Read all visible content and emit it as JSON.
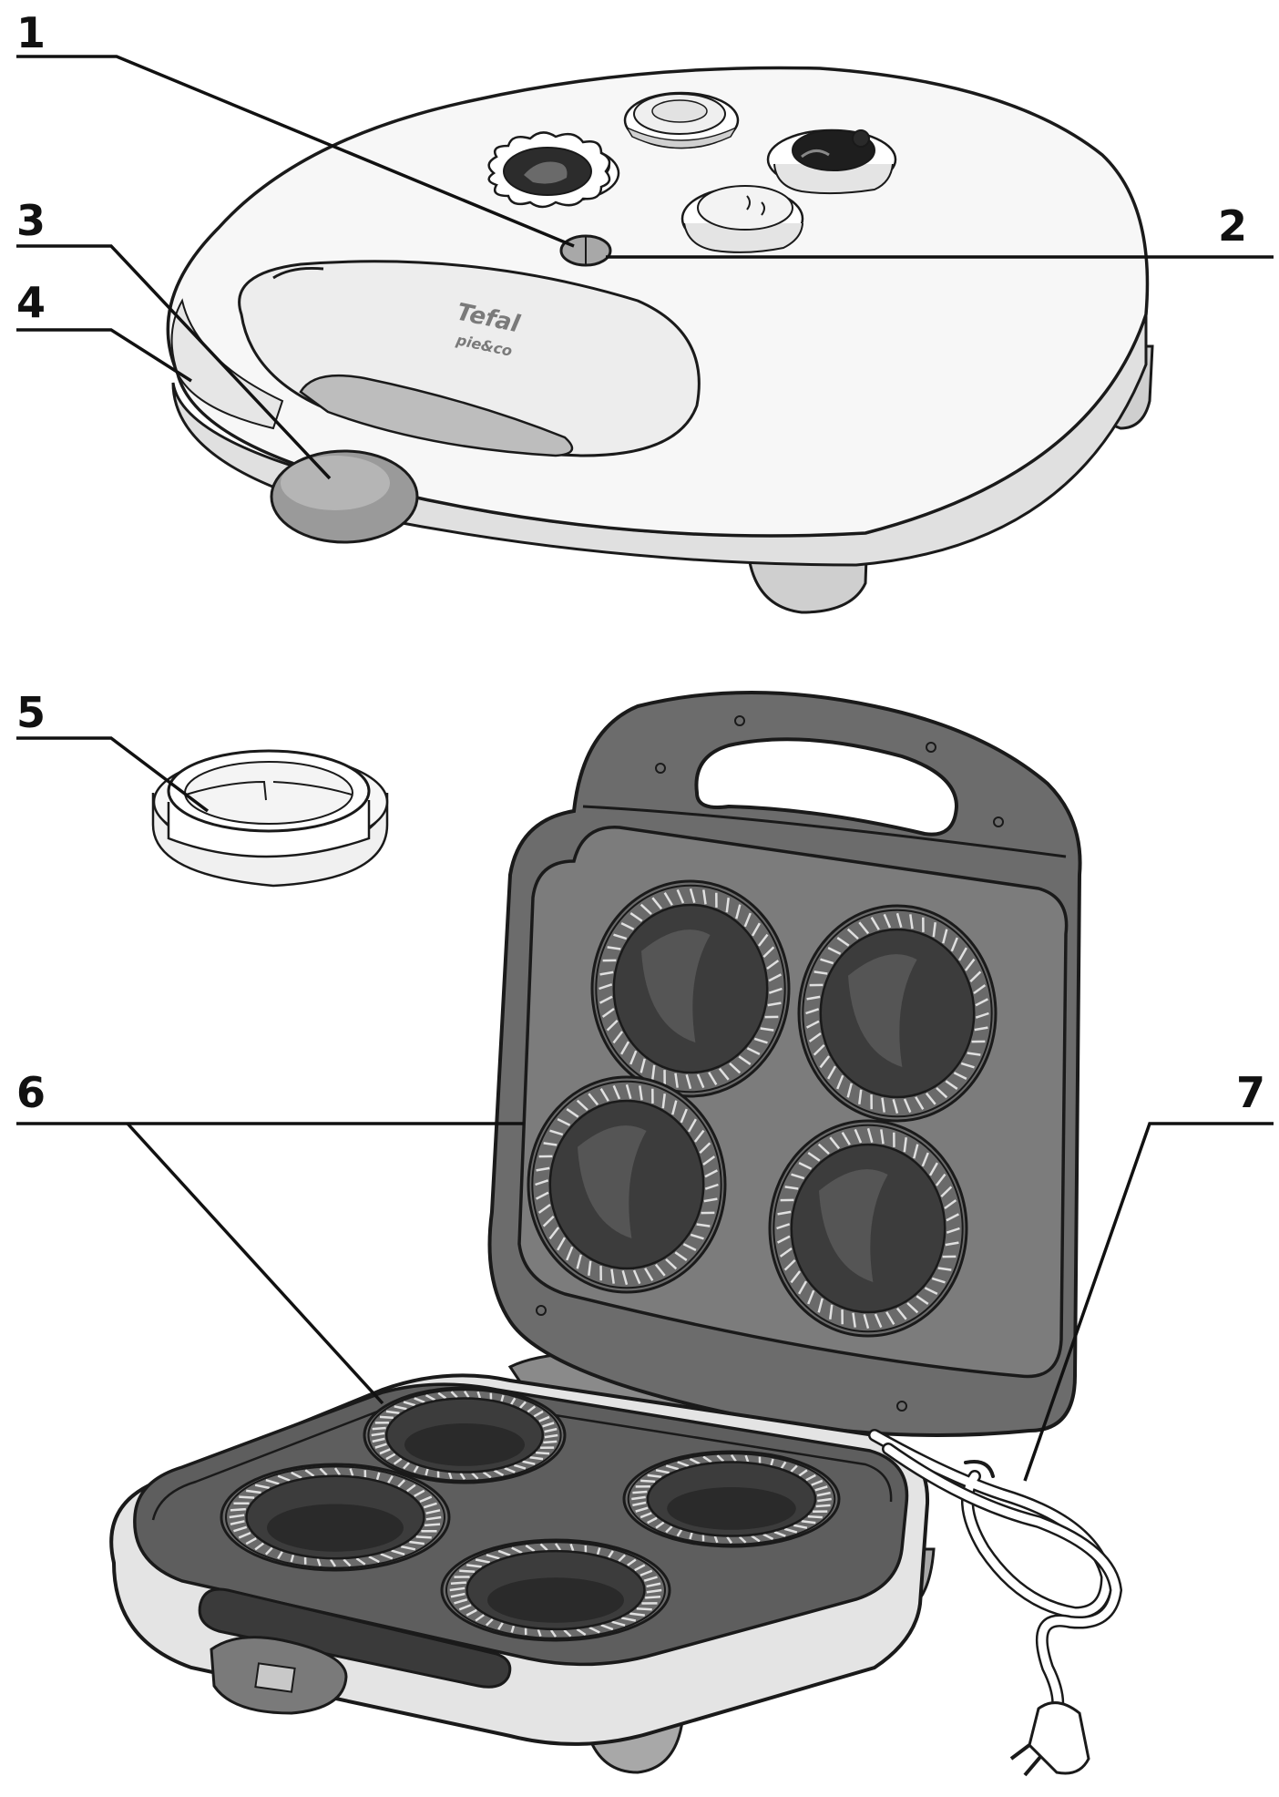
{
  "figure": {
    "product_brand": "Tefal",
    "product_model": "pie&co"
  },
  "callouts": [
    {
      "id": "1",
      "label": "1"
    },
    {
      "id": "2",
      "label": "2"
    },
    {
      "id": "3",
      "label": "3"
    },
    {
      "id": "4",
      "label": "4"
    },
    {
      "id": "5",
      "label": "5"
    },
    {
      "id": "6",
      "label": "6"
    },
    {
      "id": "7",
      "label": "7"
    }
  ],
  "colors": {
    "outline": "#1a1a1a",
    "shell": "#f7f7f7",
    "shell_shade": "#d9d9d9",
    "plate": "#7a7a7a",
    "plate_dark": "#4a4a4a",
    "well": "#3a3a3a"
  }
}
